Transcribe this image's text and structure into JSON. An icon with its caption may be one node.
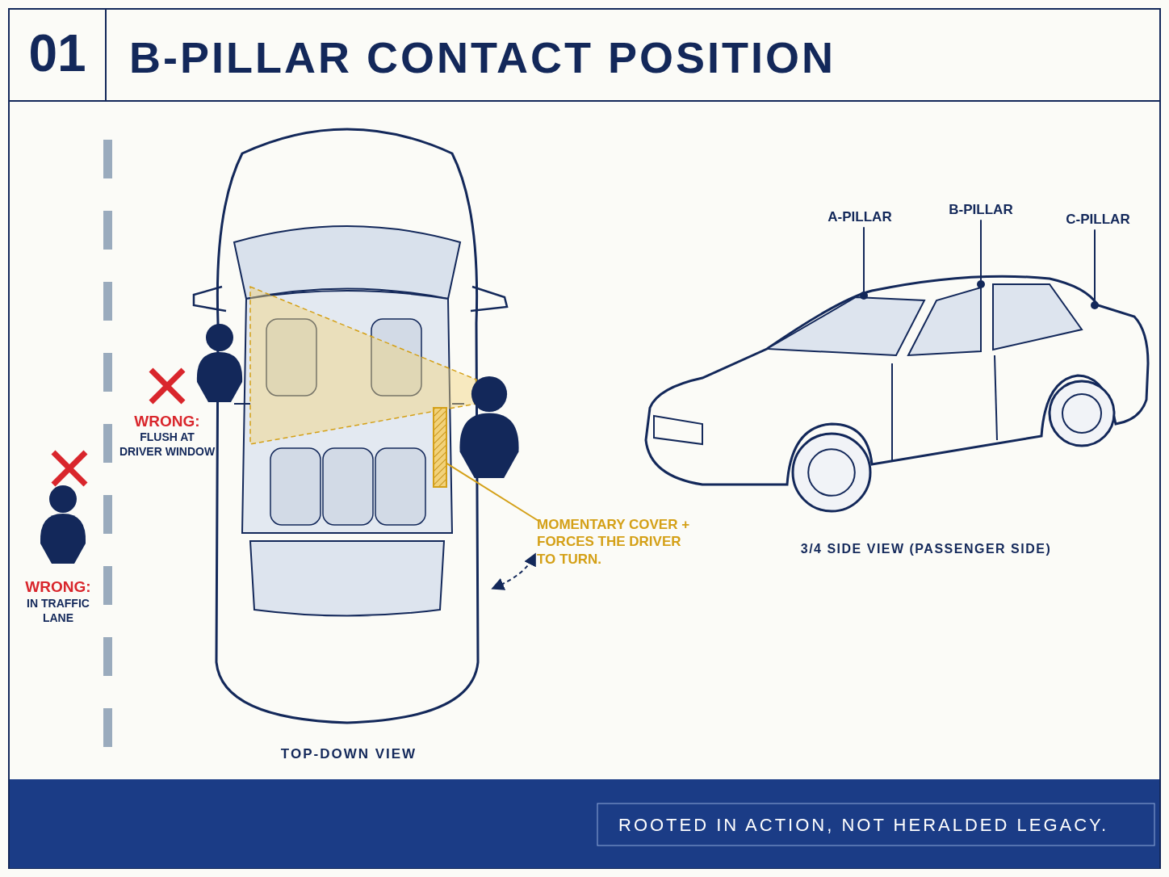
{
  "diagram": {
    "title": "B-PILLAR CONTACT POSITION",
    "nodes": [
      {
        "text": [
          "A-PILLAR"
        ]
      },
      {
        "text": [
          "B-PILLAR"
        ]
      },
      {
        "text": [
          "C-PILLAR"
        ]
      },
      {
        "text": [
          "MOMENTARY COVER + FORCES THE DRIVER TO TURN."
        ]
      },
      {
        "text": [],
        "shape": "box"
      },
      {
        "text": [],
        "shape": "circle"
      },
      {
        "text": [],
        "shape": "circle"
      },
      {
        "text": [],
        "shape": "circle"
      }
    ],
    "edges": [
      {
        "from": 0,
        "to": 5,
        "arrow": "none"
      },
      {
        "from": 1,
        "to": 6,
        "arrow": "none"
      },
      {
        "from": 2,
        "to": 7,
        "arrow": "none"
      },
      {
        "from": 3,
        "to": 4,
        "arrow": "none",
        "color": "#d4a017"
      }
    ],
    "labels": [
      "01",
      "WRONG:",
      "FLUSH AT DRIVER WINDOW",
      "WRONG:",
      "IN TRAFFIC LANE",
      "TOP-DOWN VIEW",
      "3/4 SIDE VIEW (PASSENGER SIDE)",
      "ROOTED IN ACTION, NOT HERALDED LEGACY."
    ]
  }
}
